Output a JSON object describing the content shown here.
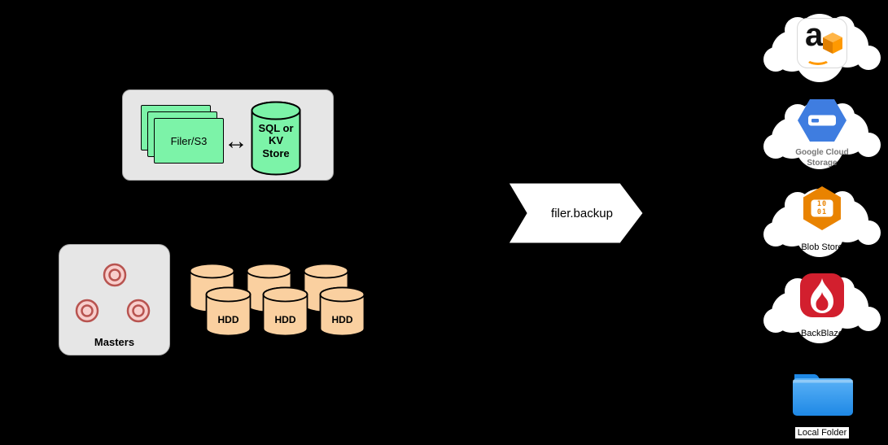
{
  "diagram": {
    "filer_cluster": {
      "filer_label": "Filer/S3",
      "link_arrow": "↔",
      "store_label": "SQL or\nKV\nStore"
    },
    "masters": {
      "label": "Masters"
    },
    "volumes": {
      "hdd_labels": [
        "HDD",
        "HDD",
        "HDD"
      ]
    },
    "backup": {
      "label": "filer.backup"
    },
    "destinations": {
      "amazon": {
        "logo_letter": "a"
      },
      "google": {
        "label": "Google Cloud Storage"
      },
      "blob": {
        "label": "Blob Store",
        "binary": "10\n01"
      },
      "backblaze": {
        "label": "BackBlaze"
      },
      "local": {
        "label": "Local Folder"
      }
    },
    "colors": {
      "background": "#000000",
      "panel_gray": "#E6E6E6",
      "filer_green": "#7CF3A8",
      "hdd_peach": "#FAD0A0",
      "master_pink": "#F8CECC",
      "master_pink_stroke": "#B85450",
      "arrow_white": "#FFFFFF",
      "aws_orange": "#FF9900",
      "google_blue": "#3F7DE0",
      "azure_orange": "#E98300",
      "backblaze_red": "#D21F2E",
      "folder_blue": "#2E9BF0"
    }
  }
}
